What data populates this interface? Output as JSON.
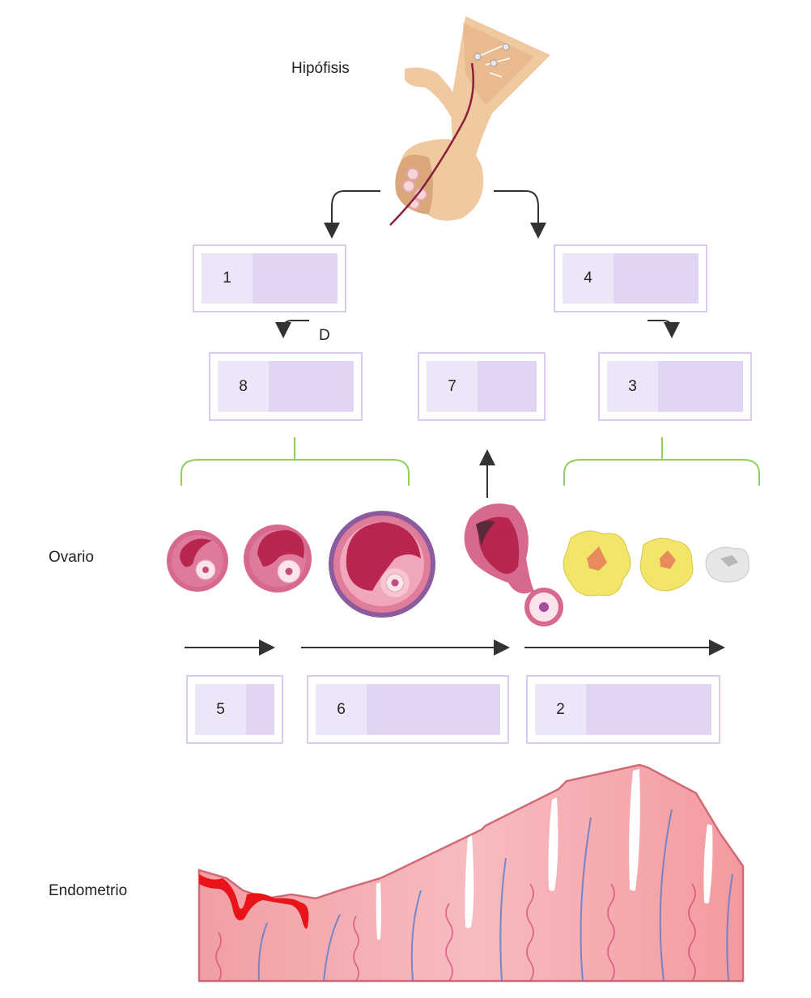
{
  "labels": {
    "pituitary": "Hipófisis",
    "ovary": "Ovario",
    "endometrium": "Endometrio",
    "letter_d": "D"
  },
  "answer_boxes": [
    {
      "number": "1"
    },
    {
      "number": "4"
    },
    {
      "number": "8"
    },
    {
      "number": "7"
    },
    {
      "number": "3"
    },
    {
      "number": "5"
    },
    {
      "number": "6"
    },
    {
      "number": "2"
    }
  ],
  "colors": {
    "box_border": "#dccbf0",
    "box_fill": "#e2d5f4",
    "bracket": "#8fcf5e",
    "follicle": "#c94f74",
    "corpus_luteum": "#f3e46a",
    "endometrium": "#f2a3a6",
    "blood": "#e8141a"
  }
}
